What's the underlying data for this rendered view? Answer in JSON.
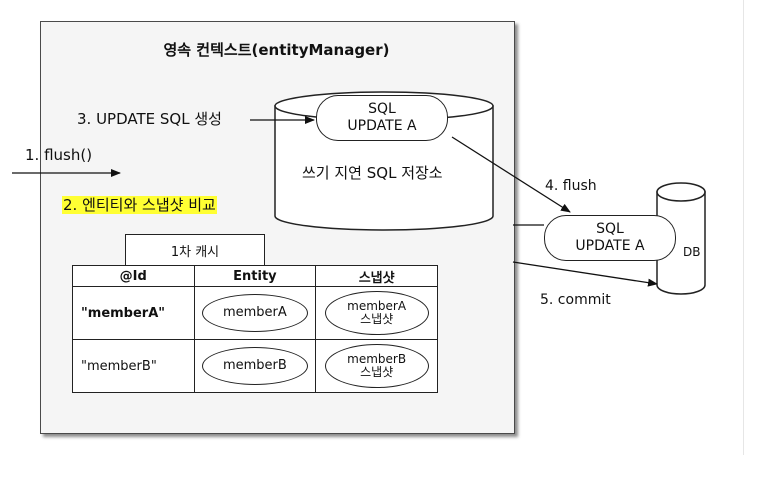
{
  "context": {
    "title": "영속 컨텍스트(entityManager)"
  },
  "steps": {
    "flush_call": "1. flush()",
    "compare": "2. 엔티티와 스냅샷 비교",
    "update_sql": "3. UPDATE SQL 생성",
    "flush": "4. flush",
    "commit": "5. commit"
  },
  "sql_store": {
    "sql_label": "SQL",
    "sql_statement": "UPDATE A",
    "label": "쓰기 지연 SQL 저장소"
  },
  "db": {
    "sql_label": "SQL",
    "sql_statement": "UPDATE A",
    "label": "DB"
  },
  "cache": {
    "label": "1차 캐시",
    "headers": [
      "@Id",
      "Entity",
      "스냅샷"
    ],
    "rows": [
      {
        "id": "\"memberA\"",
        "entity": "memberA",
        "snapshot_line1": "memberA",
        "snapshot_line2": "스냅샷"
      },
      {
        "id": "\"memberB\"",
        "entity": "memberB",
        "snapshot_line1": "memberB",
        "snapshot_line2": "스냅샷"
      }
    ]
  },
  "colors": {
    "highlight": "#ffff33",
    "box_background": "#f5f5f5",
    "stroke": "#222222"
  }
}
